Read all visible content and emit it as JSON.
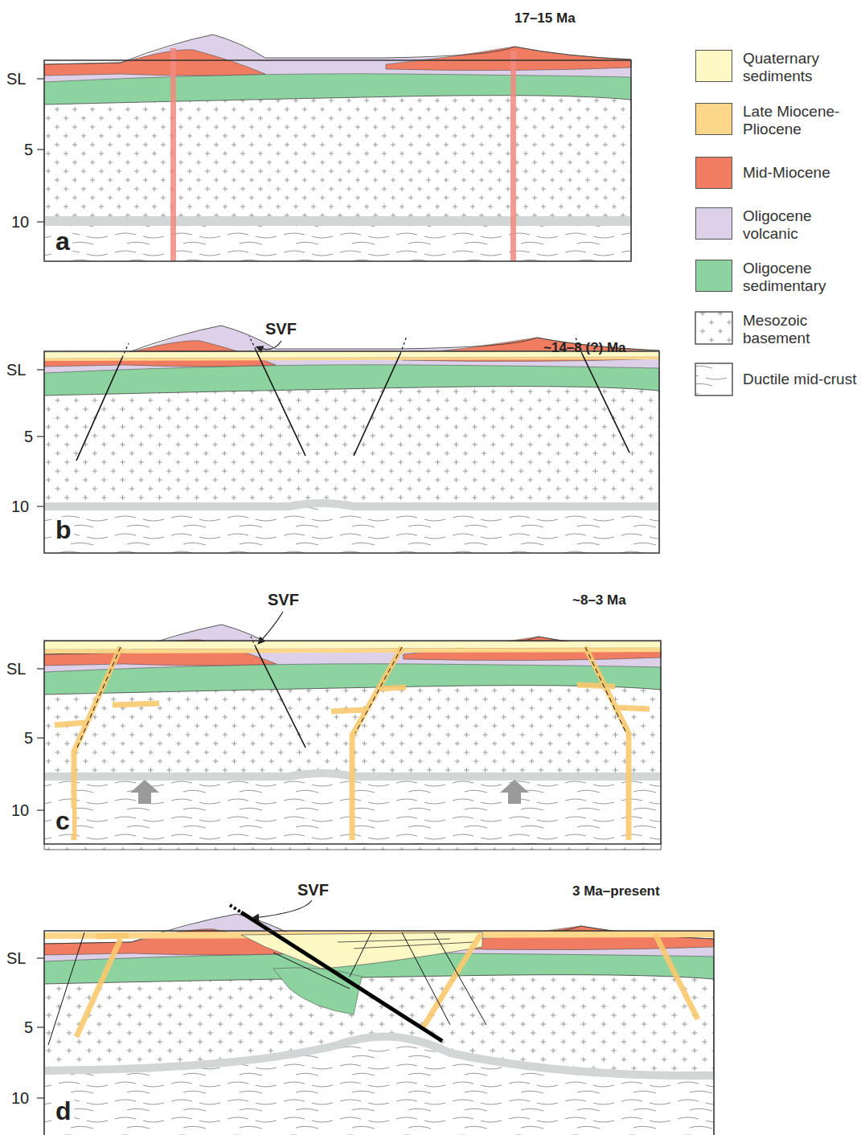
{
  "diagram": {
    "labels": [
      "17–15 Ma",
      "SL",
      "5",
      "10",
      "a",
      "SVF",
      "~14–8 (?) Ma",
      "SL",
      "5",
      "10",
      "b",
      "SVF",
      "~8–3 Ma",
      "SL",
      "5",
      "10",
      "c",
      "SVF",
      "3 Ma–present",
      "SL",
      "5",
      "10",
      "d"
    ],
    "legend": [
      {
        "text": "Quaternary sediments",
        "color": "#fdf8c4"
      },
      {
        "text": "Late Miocene-Pliocene",
        "color": "#fcd689"
      },
      {
        "text": "Mid-Miocene",
        "color": "#f07d62"
      },
      {
        "text": "Oligocene volcanic",
        "color": "#ddd1ea"
      },
      {
        "text": "Oligocene sedimentary",
        "color": "#8cd3a0"
      },
      {
        "text": "Mesozoic basement"
      },
      {
        "text": "Ductile mid-crust"
      }
    ]
  }
}
